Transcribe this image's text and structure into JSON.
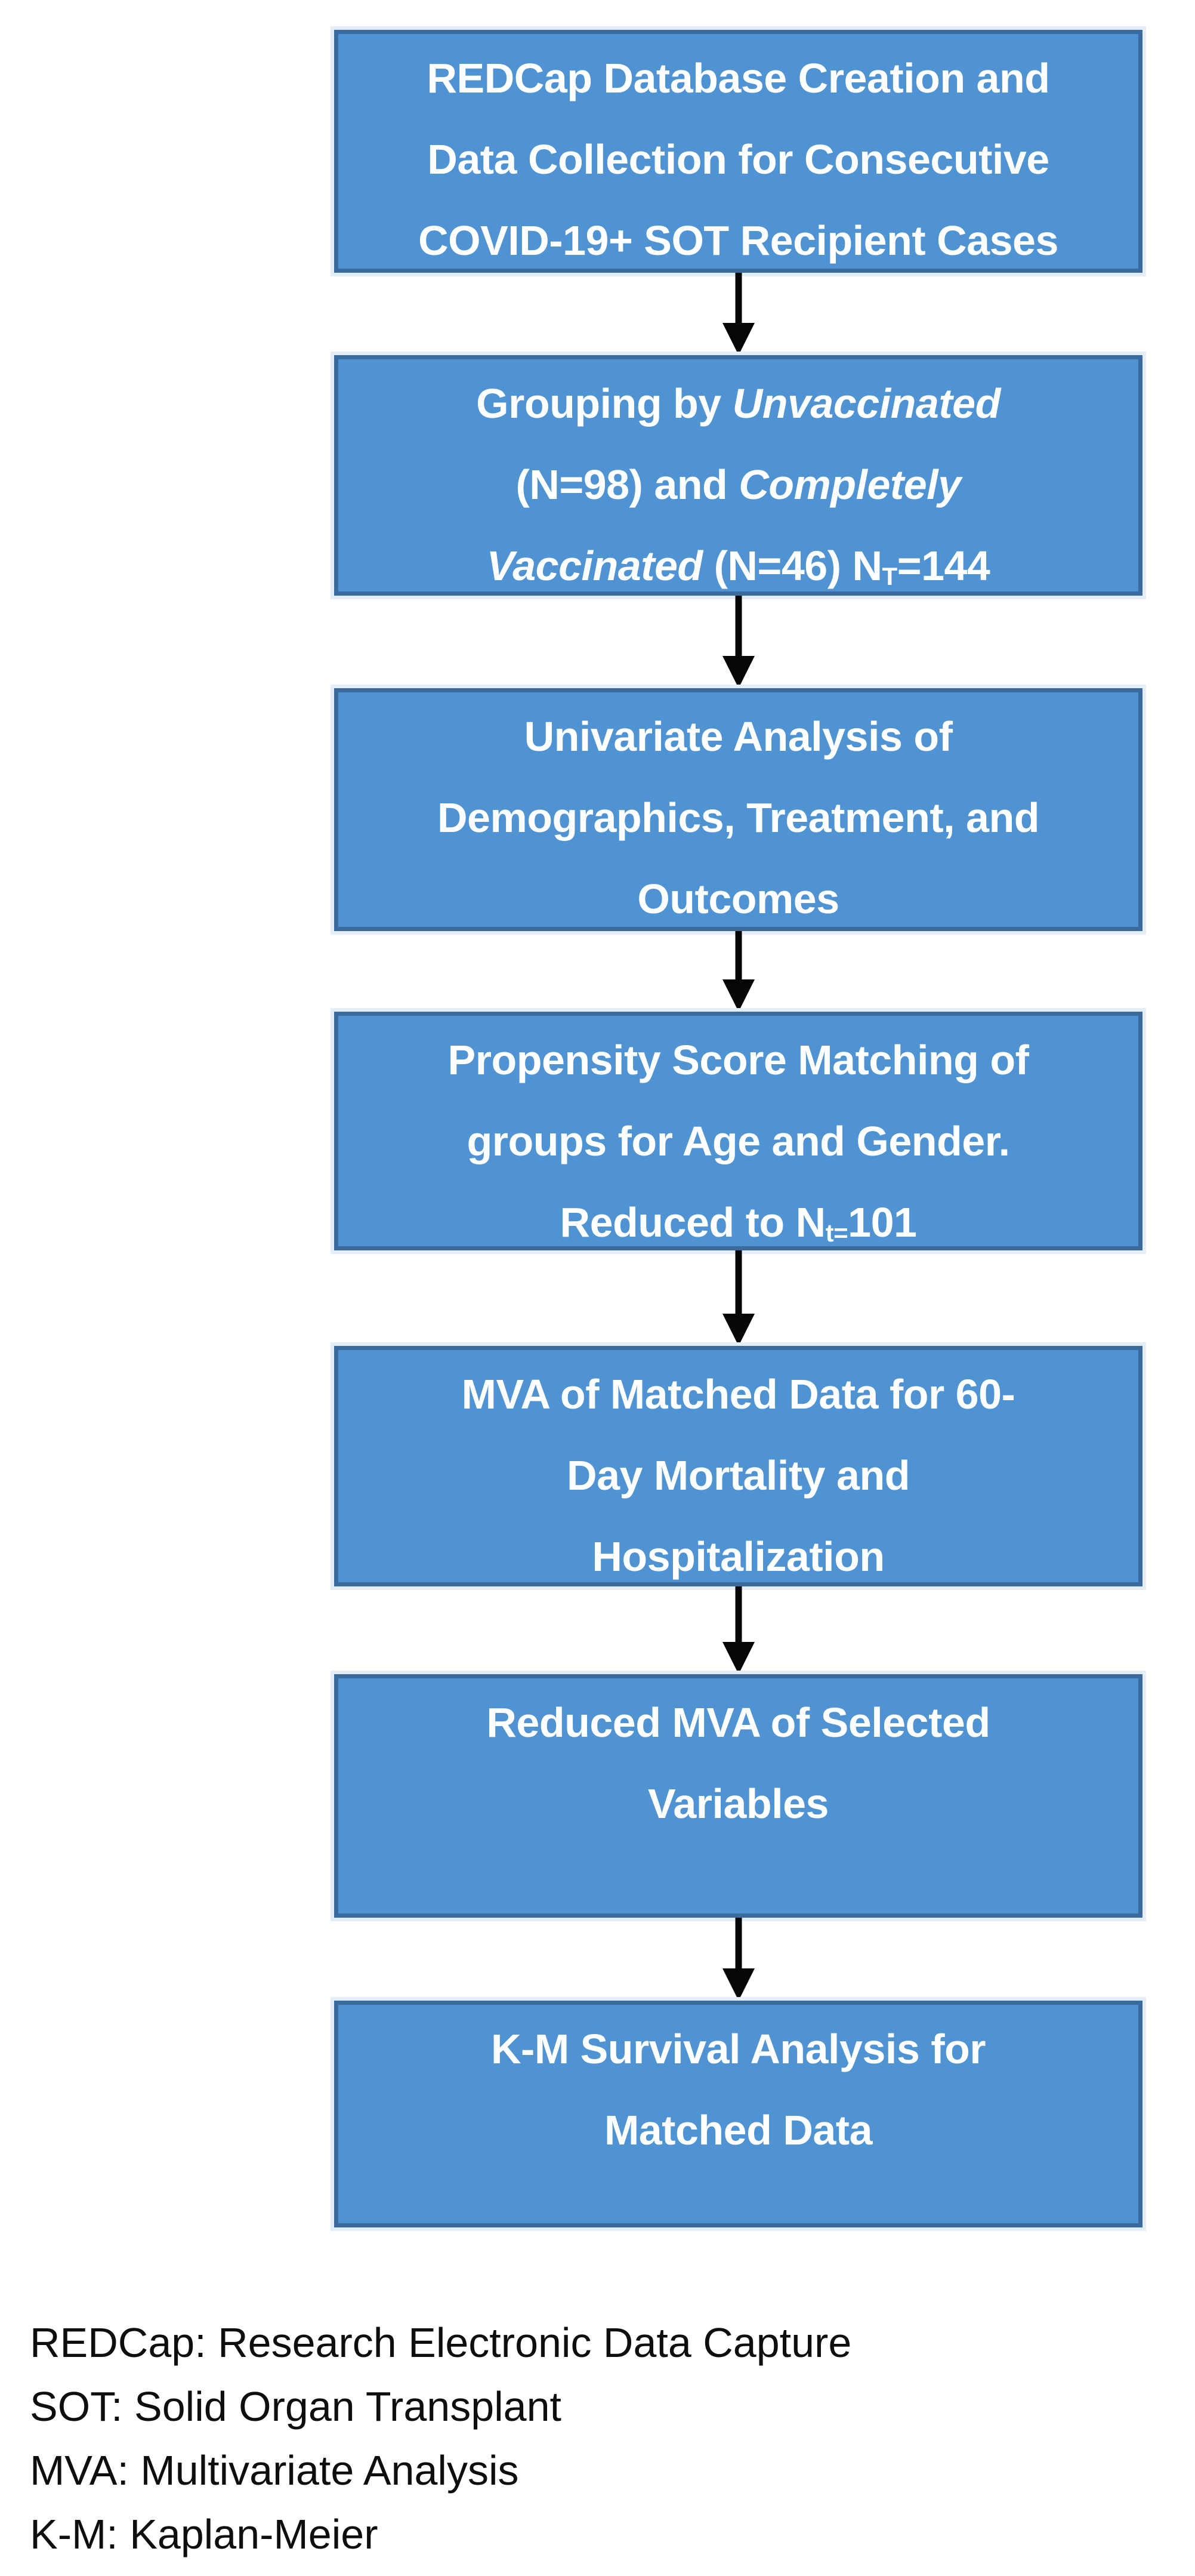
{
  "figure": {
    "type": "flowchart",
    "direction": "top-to-bottom",
    "background_color": "#ffffff"
  },
  "colors": {
    "box_fill": "#4f93d3",
    "box_border": "#3a6b9c",
    "box_halo": "#e4eef9",
    "box_text": "#fdfeff",
    "arrow": "#060606",
    "legend_text": "#0e0e0e"
  },
  "flowchart": {
    "boxes": [
      {
        "name": "redcap-database-creation",
        "lines": [
          [
            {
              "t": "REDCap Database Creation and",
              "s": "normal"
            }
          ],
          [
            {
              "t": "Data Collection for Consecutive",
              "s": "normal"
            }
          ],
          [
            {
              "t": "COVID-19+ SOT Recipient Cases",
              "s": "normal"
            }
          ]
        ]
      },
      {
        "name": "grouping-by-vaccination-status",
        "lines": [
          [
            {
              "t": "Grouping by ",
              "s": "normal"
            },
            {
              "t": "Unvaccinated",
              "s": "italic"
            }
          ],
          [
            {
              "t": "(N=98) and ",
              "s": "normal"
            },
            {
              "t": "Completely",
              "s": "italic"
            }
          ],
          [
            {
              "t": "Vaccinated",
              "s": "italic"
            },
            {
              "t": " (N=46) N",
              "s": "normal"
            },
            {
              "t": "T",
              "s": "subscript"
            },
            {
              "t": "=144",
              "s": "normal"
            }
          ]
        ]
      },
      {
        "name": "univariate-analysis",
        "lines": [
          [
            {
              "t": "Univariate Analysis of",
              "s": "normal"
            }
          ],
          [
            {
              "t": "Demographics, Treatment, and",
              "s": "normal"
            }
          ],
          [
            {
              "t": "Outcomes",
              "s": "normal"
            }
          ]
        ]
      },
      {
        "name": "propensity-score-matching",
        "lines": [
          [
            {
              "t": "Propensity Score Matching of",
              "s": "normal"
            }
          ],
          [
            {
              "t": "groups for Age and Gender.",
              "s": "normal"
            }
          ],
          [
            {
              "t": "Reduced to N",
              "s": "normal"
            },
            {
              "t": "t=",
              "s": "subscript"
            },
            {
              "t": "101",
              "s": "normal"
            }
          ]
        ]
      },
      {
        "name": "mva-matched-data",
        "lines": [
          [
            {
              "t": "MVA of Matched Data for 60-",
              "s": "normal"
            }
          ],
          [
            {
              "t": "Day Mortality and",
              "s": "normal"
            }
          ],
          [
            {
              "t": "Hospitalization",
              "s": "normal"
            }
          ]
        ]
      },
      {
        "name": "reduced-mva",
        "lines": [
          [
            {
              "t": "Reduced MVA of Selected",
              "s": "normal"
            }
          ],
          [
            {
              "t": "Variables",
              "s": "normal"
            }
          ]
        ]
      },
      {
        "name": "km-survival-analysis",
        "lines": [
          [
            {
              "t": "K-M Survival Analysis for",
              "s": "normal"
            }
          ],
          [
            {
              "t": "Matched Data",
              "s": "normal"
            }
          ]
        ]
      }
    ],
    "arrows": {
      "count": 6,
      "direction": "down"
    }
  },
  "legend": {
    "lines": [
      "REDCap: Research Electronic Data Capture",
      "SOT: Solid Organ Transplant",
      "MVA: Multivariate Analysis",
      "K-M: Kaplan-Meier"
    ]
  }
}
